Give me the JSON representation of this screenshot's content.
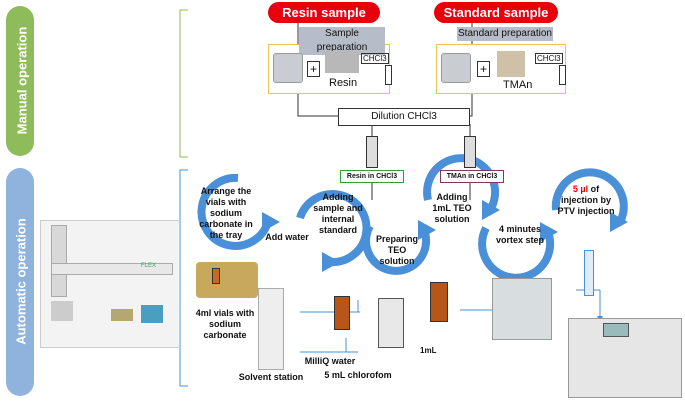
{
  "sections": {
    "manual_label": "Manual operation",
    "automatic_label": "Automatic operation"
  },
  "manual": {
    "resin_title": "Resin sample",
    "standard_title": "Standard sample",
    "resin_prep": "Sample preparation",
    "standard_prep": "Standard preparation",
    "plus": "+",
    "chcl3_left": "CHCl3",
    "chcl3_right": "CHCl3",
    "resin_label": "Resin",
    "tman_label": "TMAn",
    "dilution": "Dilution CHCl3",
    "resin_in": "Resin in CHCl3",
    "tman_in": "TMAn in CHCl3"
  },
  "steps": {
    "s1": "Arrange the vials with sodium carbonate in the tray",
    "s1_highlight": "vials",
    "s2": "Add water",
    "s3": "Adding sample and internal standard",
    "s4": "Preparing TEO solution",
    "s5": "Adding 1mL TEO solution",
    "s6": "4 minutes vortex step",
    "s7_amount": "5 µl",
    "s7_rest": "of injection by PTV injection"
  },
  "labels": {
    "vials": "4ml vials with sodium carbonate",
    "solvent_station": "Solvent station",
    "milliq": "MilliQ water",
    "chloroform": "5 mL chlorofom",
    "one_ml": "1mL",
    "flex": "FLEX"
  },
  "colors": {
    "green": "#8fbc5a",
    "blue_pill": "#8fb3dc",
    "arrow_blue": "#4a90d9",
    "red": "#e8000c",
    "resin_box": "#2e9d3a",
    "tman_box": "#7b3b5c"
  }
}
